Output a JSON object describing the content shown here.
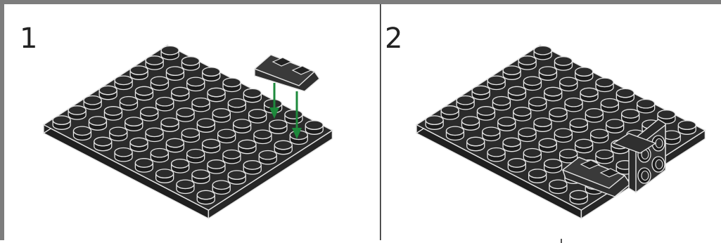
{
  "steps": [
    {
      "number": "1",
      "plate": "black-6x8-plate",
      "part": "black-1x2-jumper-tile",
      "arrow_color": "#1e8a3c"
    },
    {
      "number": "2",
      "plate": "black-6x8-plate",
      "part": "black-1x2-bracket-with-tile"
    }
  ],
  "colors": {
    "brick": "#2b2b2b",
    "outline": "#e6e6e6",
    "panel": "#ffffff",
    "frame": "#7d7d7d"
  }
}
